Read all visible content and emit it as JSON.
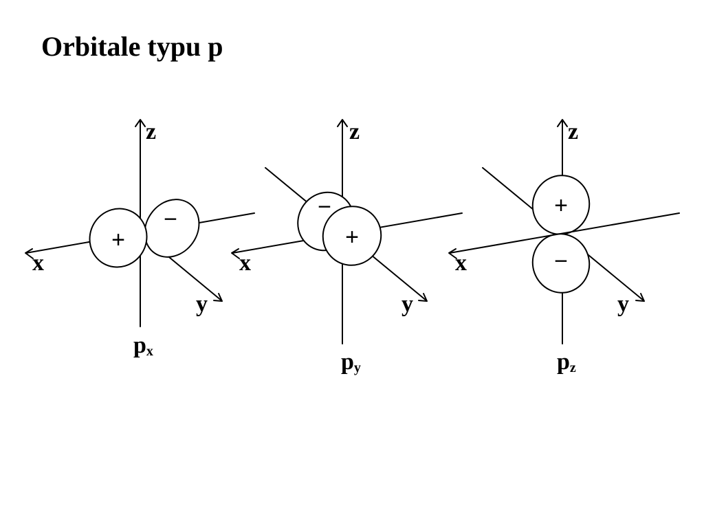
{
  "title": "Orbitale typu p",
  "axis_labels": {
    "x": "x",
    "y": "y",
    "z": "z"
  },
  "signs": {
    "positive": "+",
    "negative": "−"
  },
  "orbitals": [
    {
      "symbol": "p",
      "subscript": "x"
    },
    {
      "symbol": "p",
      "subscript": "y"
    },
    {
      "symbol": "p",
      "subscript": "z"
    }
  ]
}
